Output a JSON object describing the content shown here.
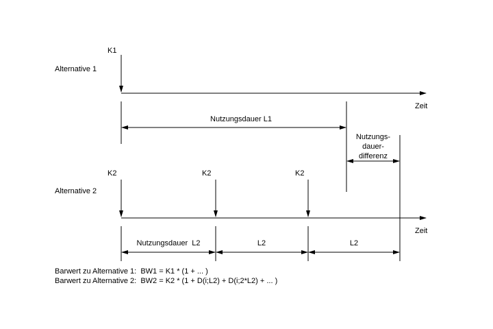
{
  "alternative1": {
    "label": "Alternative 1",
    "payment_label": "K1",
    "time_label": "Zeit",
    "duration_label": "Nutzungsdauer L1"
  },
  "difference": {
    "line1": "Nutzungs-",
    "line2": "dauer-",
    "line3": "differenz"
  },
  "alternative2": {
    "label": "Alternative 2",
    "payment_labels": [
      "K2",
      "K2",
      "K2"
    ],
    "time_label": "Zeit",
    "segment_labels": [
      "Nutzungsdauer  L2",
      "L2",
      "L2"
    ]
  },
  "formulas": {
    "line1": "Barwert zu Alternative 1:  BW1 = K1 * (1 + ... )",
    "line2": "Barwert zu Alternative 2:  BW2 = K2 * (1 + D(i;L2) + D(i;2*L2) + ... )"
  }
}
